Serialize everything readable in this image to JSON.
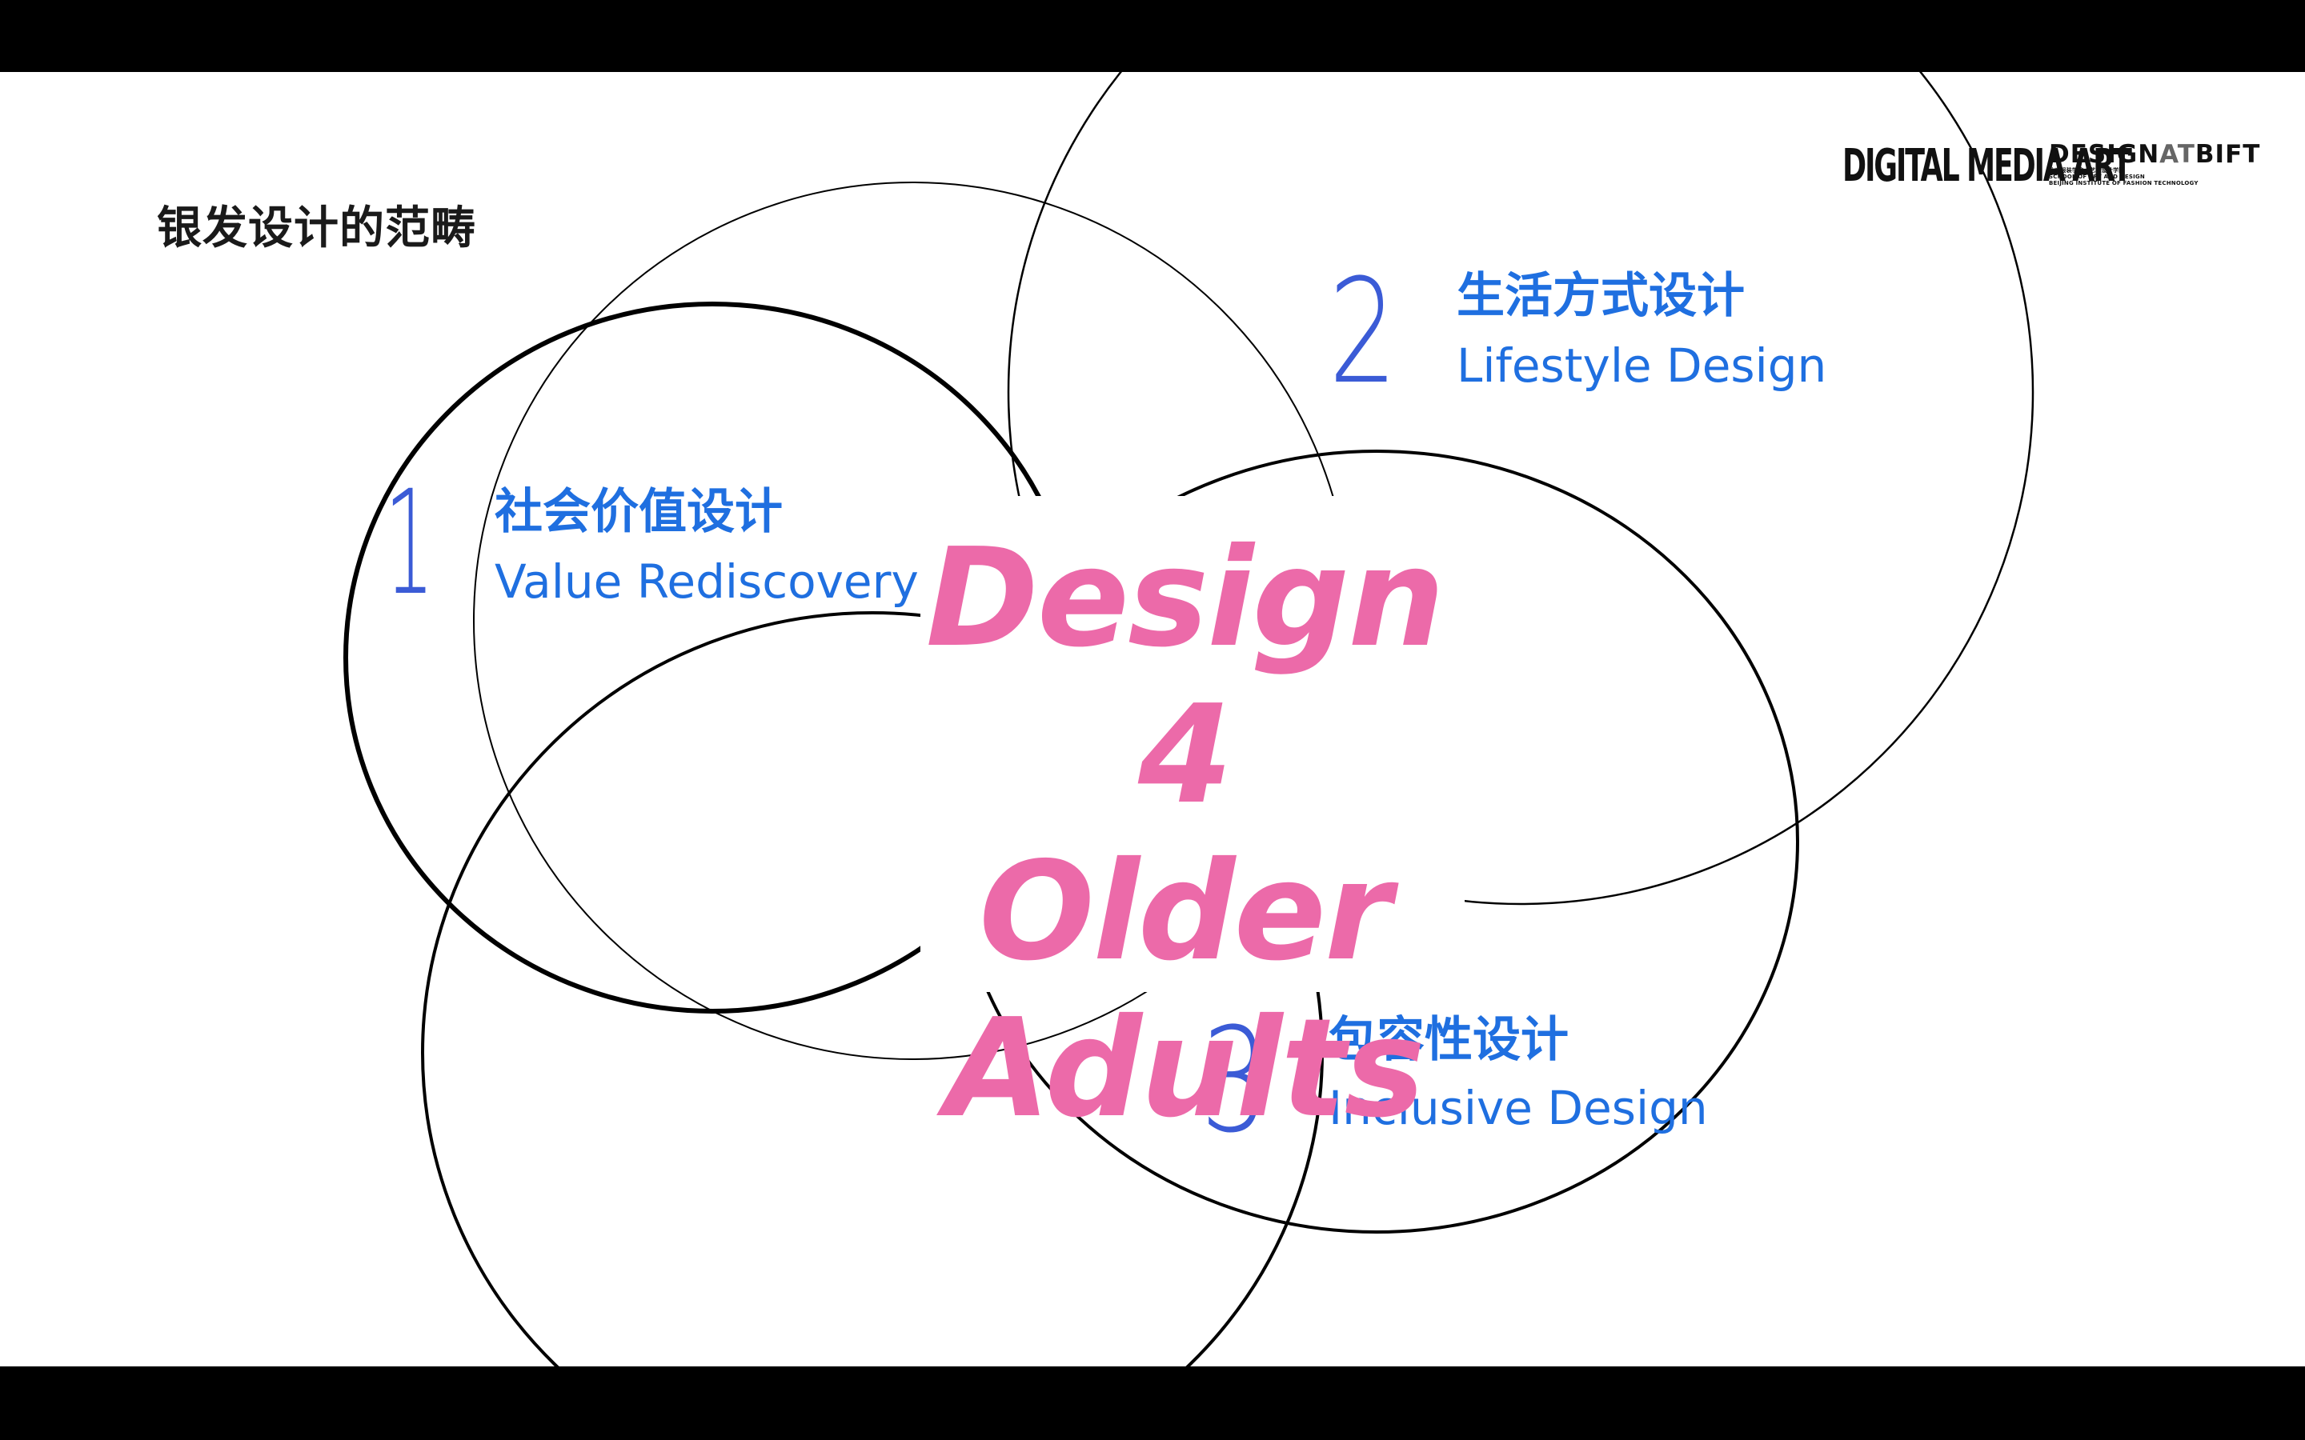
{
  "slide": {
    "title": "银发设计的范畴",
    "hero": {
      "line1": "Design 4",
      "line2": "Older",
      "line3": "Adults"
    },
    "items": [
      {
        "number": "1",
        "cn": "社会价值设计",
        "en": "Value Rediscovery"
      },
      {
        "number": "2",
        "cn": "生活方式设计",
        "en": "Lifestyle Design"
      },
      {
        "number": "3",
        "cn": "包容性设计",
        "en": "Inclusive Design"
      }
    ],
    "logos": {
      "digital_media_art": "DIGITAL MEDIA ART",
      "designatbift_main_a": "DESIGN",
      "designatbift_main_b": "AT",
      "designatbift_main_c": "BIFT",
      "designatbift_cn": "北京服装学院 | 艺术设计学院",
      "designatbift_sub1": "SCHOOL OF ART AND DESIGN",
      "designatbift_sub2": "BEIJING INSTITUTE OF FASHION TECHNOLOGY"
    }
  },
  "colors": {
    "hero": "#ec6aa9",
    "label_blue": "#1f6fe0",
    "number_blue": "#3b5bd6",
    "letterbox": "#000000"
  }
}
